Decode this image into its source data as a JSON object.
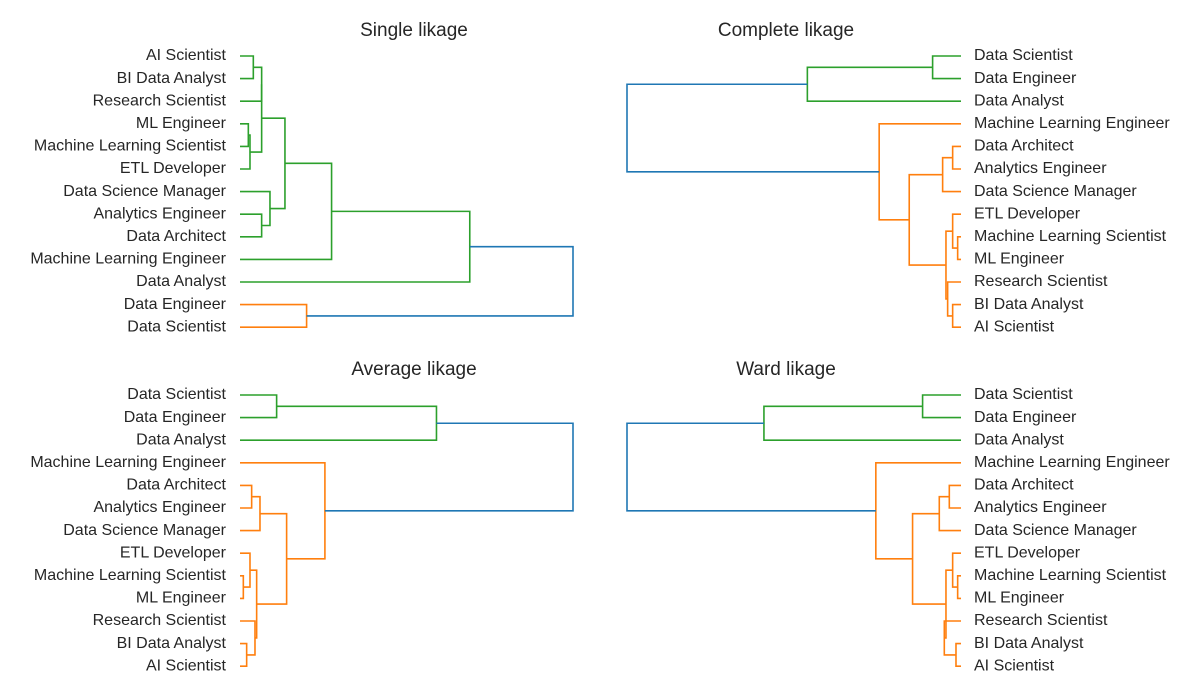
{
  "colors": {
    "cluster_a": "#2ca02c",
    "cluster_b": "#ff7f0e",
    "above_threshold": "#1f77b4",
    "text": "#262626"
  },
  "chart_data": [
    {
      "type": "dendrogram",
      "title": "Single likage",
      "orientation": "right",
      "leaves": [
        "AI Scientist",
        "BI Data Analyst",
        "Research Scientist",
        "ML Engineer",
        "Machine Learning Scientist",
        "ETL Developer",
        "Data Science Manager",
        "Analytics Engineer",
        "Data Architect",
        "Machine Learning Engineer",
        "Data Analyst",
        "Data Engineer",
        "Data Scientist"
      ],
      "max_height": 1.0,
      "merges": [
        {
          "a": 3,
          "b": 4,
          "height": 0.025,
          "color": "cluster_a"
        },
        {
          "a": "m0",
          "b": 5,
          "height": 0.03,
          "color": "cluster_a"
        },
        {
          "a": 0,
          "b": 1,
          "height": 0.04,
          "color": "cluster_a"
        },
        {
          "a": "m2",
          "b": 2,
          "height": 0.065,
          "color": "cluster_a"
        },
        {
          "a": "m3",
          "b": "m1",
          "height": 0.065,
          "color": "cluster_a"
        },
        {
          "a": 7,
          "b": 8,
          "height": 0.065,
          "color": "cluster_a"
        },
        {
          "a": 6,
          "b": "m5",
          "height": 0.09,
          "color": "cluster_a"
        },
        {
          "a": "m4",
          "b": "m6",
          "height": 0.135,
          "color": "cluster_a"
        },
        {
          "a": "m7",
          "b": 9,
          "height": 0.275,
          "color": "cluster_a"
        },
        {
          "a": 11,
          "b": 12,
          "height": 0.2,
          "color": "cluster_b"
        },
        {
          "a": "m8",
          "b": 10,
          "height": 0.69,
          "color": "cluster_a"
        },
        {
          "a": "m10",
          "b": "m9",
          "height": 1.0,
          "color": "above_threshold"
        }
      ]
    },
    {
      "type": "dendrogram",
      "title": "Complete likage",
      "orientation": "left",
      "leaves": [
        "Data Scientist",
        "Data Engineer",
        "Data Analyst",
        "Machine Learning Engineer",
        "Data Architect",
        "Analytics Engineer",
        "Data Science Manager",
        "ETL Developer",
        "Machine Learning Scientist",
        "ML Engineer",
        "Research Scientist",
        "BI Data Analyst",
        "AI Scientist"
      ],
      "max_height": 1.0,
      "merges": [
        {
          "a": 0,
          "b": 1,
          "height": 0.085,
          "color": "cluster_a"
        },
        {
          "a": "m0",
          "b": 2,
          "height": 0.46,
          "color": "cluster_a"
        },
        {
          "a": 8,
          "b": 9,
          "height": 0.01,
          "color": "cluster_b"
        },
        {
          "a": 7,
          "b": "m2",
          "height": 0.025,
          "color": "cluster_b"
        },
        {
          "a": 11,
          "b": 12,
          "height": 0.025,
          "color": "cluster_b"
        },
        {
          "a": 10,
          "b": "m4",
          "height": 0.04,
          "color": "cluster_b"
        },
        {
          "a": "m3",
          "b": "m5",
          "height": 0.045,
          "color": "cluster_b"
        },
        {
          "a": 4,
          "b": 5,
          "height": 0.025,
          "color": "cluster_b"
        },
        {
          "a": "m7",
          "b": 6,
          "height": 0.055,
          "color": "cluster_b"
        },
        {
          "a": "m8",
          "b": "m6",
          "height": 0.155,
          "color": "cluster_b"
        },
        {
          "a": 3,
          "b": "m9",
          "height": 0.245,
          "color": "cluster_b"
        },
        {
          "a": "m1",
          "b": "m10",
          "height": 1.0,
          "color": "above_threshold"
        }
      ]
    },
    {
      "type": "dendrogram",
      "title": "Average likage",
      "orientation": "right",
      "leaves": [
        "Data Scientist",
        "Data Engineer",
        "Data Analyst",
        "Machine Learning Engineer",
        "Data Architect",
        "Analytics Engineer",
        "Data Science Manager",
        "ETL Developer",
        "Machine Learning Scientist",
        "ML Engineer",
        "Research Scientist",
        "BI Data Analyst",
        "AI Scientist"
      ],
      "max_height": 1.0,
      "merges": [
        {
          "a": 0,
          "b": 1,
          "height": 0.11,
          "color": "cluster_a"
        },
        {
          "a": "m0",
          "b": 2,
          "height": 0.59,
          "color": "cluster_a"
        },
        {
          "a": 8,
          "b": 9,
          "height": 0.01,
          "color": "cluster_b"
        },
        {
          "a": 7,
          "b": "m2",
          "height": 0.03,
          "color": "cluster_b"
        },
        {
          "a": 11,
          "b": 12,
          "height": 0.02,
          "color": "cluster_b"
        },
        {
          "a": 10,
          "b": "m4",
          "height": 0.045,
          "color": "cluster_b"
        },
        {
          "a": "m3",
          "b": "m5",
          "height": 0.05,
          "color": "cluster_b"
        },
        {
          "a": 4,
          "b": 5,
          "height": 0.035,
          "color": "cluster_b"
        },
        {
          "a": "m7",
          "b": 6,
          "height": 0.06,
          "color": "cluster_b"
        },
        {
          "a": "m8",
          "b": "m6",
          "height": 0.14,
          "color": "cluster_b"
        },
        {
          "a": 3,
          "b": "m9",
          "height": 0.255,
          "color": "cluster_b"
        },
        {
          "a": "m1",
          "b": "m10",
          "height": 1.0,
          "color": "above_threshold"
        }
      ]
    },
    {
      "type": "dendrogram",
      "title": "Ward likage",
      "orientation": "left",
      "leaves": [
        "Data Scientist",
        "Data Engineer",
        "Data Analyst",
        "Machine Learning Engineer",
        "Data Architect",
        "Analytics Engineer",
        "Data Science Manager",
        "ETL Developer",
        "Machine Learning Scientist",
        "ML Engineer",
        "Research Scientist",
        "BI Data Analyst",
        "AI Scientist"
      ],
      "max_height": 1.0,
      "merges": [
        {
          "a": 0,
          "b": 1,
          "height": 0.115,
          "color": "cluster_a"
        },
        {
          "a": "m0",
          "b": 2,
          "height": 0.59,
          "color": "cluster_a"
        },
        {
          "a": 8,
          "b": 9,
          "height": 0.01,
          "color": "cluster_b"
        },
        {
          "a": 7,
          "b": "m2",
          "height": 0.025,
          "color": "cluster_b"
        },
        {
          "a": 11,
          "b": 12,
          "height": 0.015,
          "color": "cluster_b"
        },
        {
          "a": 10,
          "b": "m4",
          "height": 0.05,
          "color": "cluster_b"
        },
        {
          "a": "m3",
          "b": "m5",
          "height": 0.045,
          "color": "cluster_b"
        },
        {
          "a": 4,
          "b": 5,
          "height": 0.035,
          "color": "cluster_b"
        },
        {
          "a": "m7",
          "b": 6,
          "height": 0.065,
          "color": "cluster_b"
        },
        {
          "a": "m8",
          "b": "m6",
          "height": 0.145,
          "color": "cluster_b"
        },
        {
          "a": 3,
          "b": "m9",
          "height": 0.255,
          "color": "cluster_b"
        },
        {
          "a": "m1",
          "b": "m10",
          "height": 1.0,
          "color": "above_threshold"
        }
      ]
    }
  ]
}
